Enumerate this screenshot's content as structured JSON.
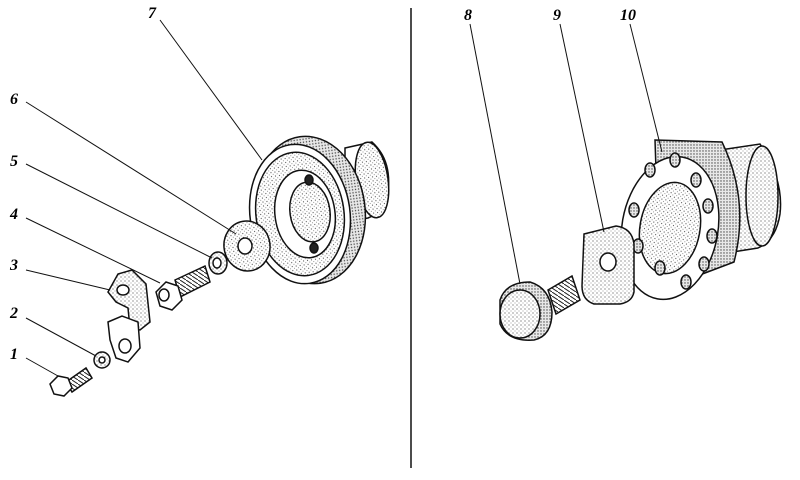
{
  "labels": {
    "l1": "1",
    "l2": "2",
    "l3": "3",
    "l4": "4",
    "l5": "5",
    "l6": "6",
    "l7": "7",
    "l8": "8",
    "l9": "9",
    "l10": "10"
  },
  "colors": {
    "ink": "#111111",
    "fill": "#ffffff",
    "shade": "#d8d8d8"
  }
}
